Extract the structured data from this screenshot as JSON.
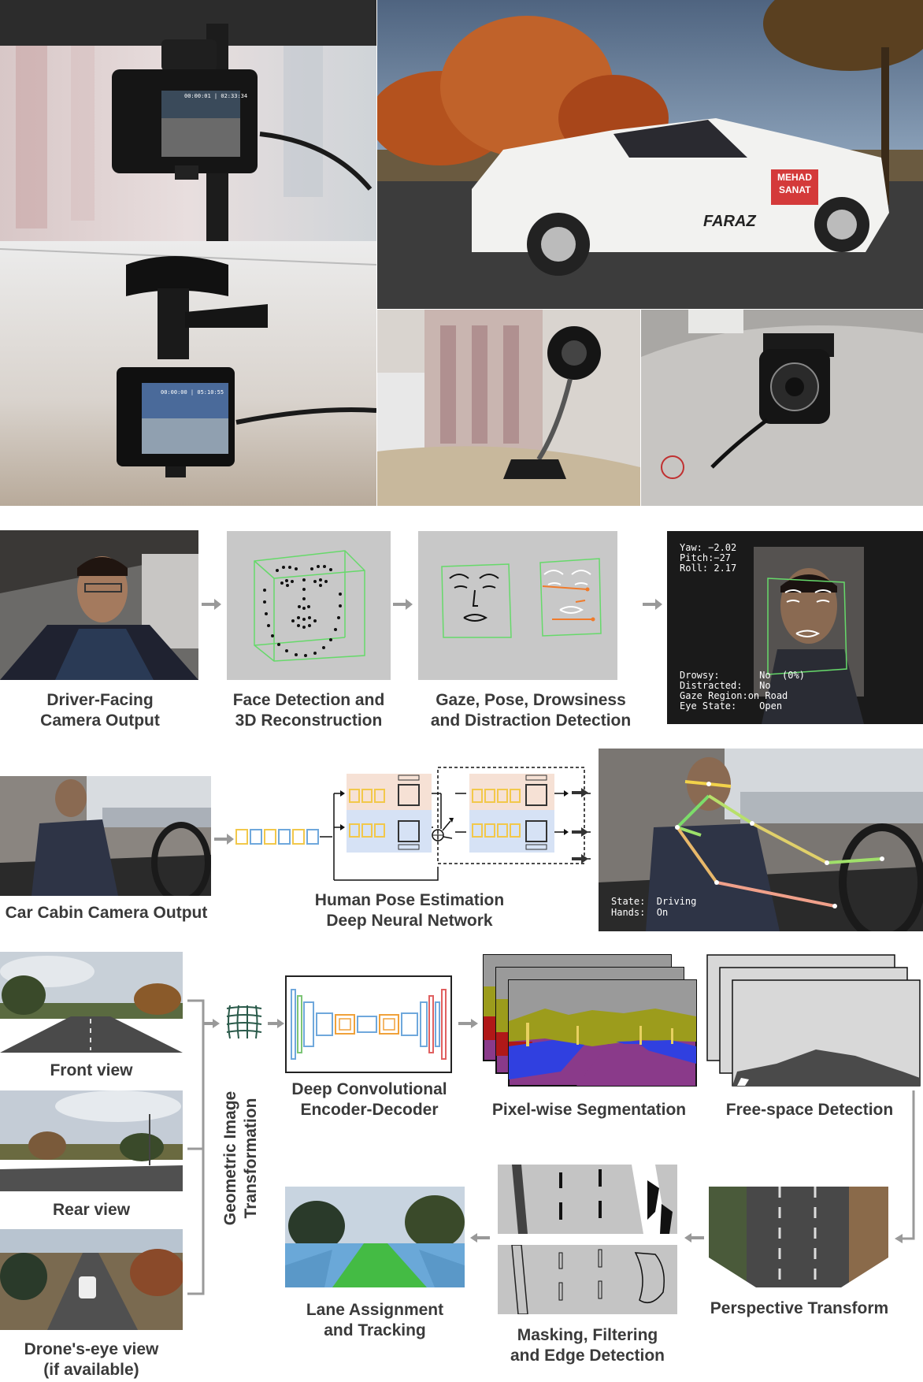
{
  "dashcam_top": {
    "time_text": "00:00:01 | 02:33:34"
  },
  "dashcam_bottom": {
    "time_text": "00:00:00 | 05:10:55"
  },
  "car": {
    "brand_text": "FARAZ",
    "sign_line1": "MEHAD",
    "sign_line2": "SANAT"
  },
  "dms": {
    "captions": {
      "driver_facing": "Driver-Facing\nCamera Output",
      "face_detection": "Face Detection and\n3D Reconstruction",
      "gaze_pose": "Gaze, Pose, Drowsiness\nand Distraction Detection"
    },
    "overlay": {
      "yaw": "Yaw: −2.02",
      "pitch": "Pitch:−27",
      "roll": "Roll: 2.17",
      "drowsy": "Drowsy:       No  (0%)",
      "distracted": "Distracted:   No",
      "gaze_region": "Gaze Region:on Road",
      "eye_state": "Eye State:    Open"
    }
  },
  "pose": {
    "captions": {
      "cabin": "Car Cabin Camera Output",
      "network": "Human Pose Estimation\nDeep Neural Network"
    },
    "overlay": {
      "state": "State:  Driving",
      "hands": "Hands:  On"
    }
  },
  "road": {
    "captions": {
      "front": "Front view",
      "rear": "Rear view",
      "drone": "Drone's-eye view\n(if available)",
      "geometric": "Geometric Image\nTransformation",
      "encoder": "Deep Convolutional\nEncoder-Decoder",
      "segmentation": "Pixel-wise Segmentation",
      "freespace": "Free-space Detection",
      "perspective": "Perspective Transform",
      "masking": "Masking, Filtering\nand Edge Detection",
      "lane": "Lane Assignment\nand Tracking"
    }
  },
  "colors": {
    "block_yellow": "#f2c84b",
    "block_blue": "#6fa8dc",
    "block_orange": "#f0a13a",
    "block_red": "#e06060",
    "block_green": "#7cc576",
    "stage_pink": "#f6e1d5",
    "stage_blue": "#d6e2f5",
    "face_green": "#66d96a",
    "gaze_orange": "#f07a2a",
    "seg_purple": "#8a3a8a",
    "seg_olive": "#9c9c1c",
    "seg_blue": "#3040e0",
    "seg_red": "#b01818"
  }
}
